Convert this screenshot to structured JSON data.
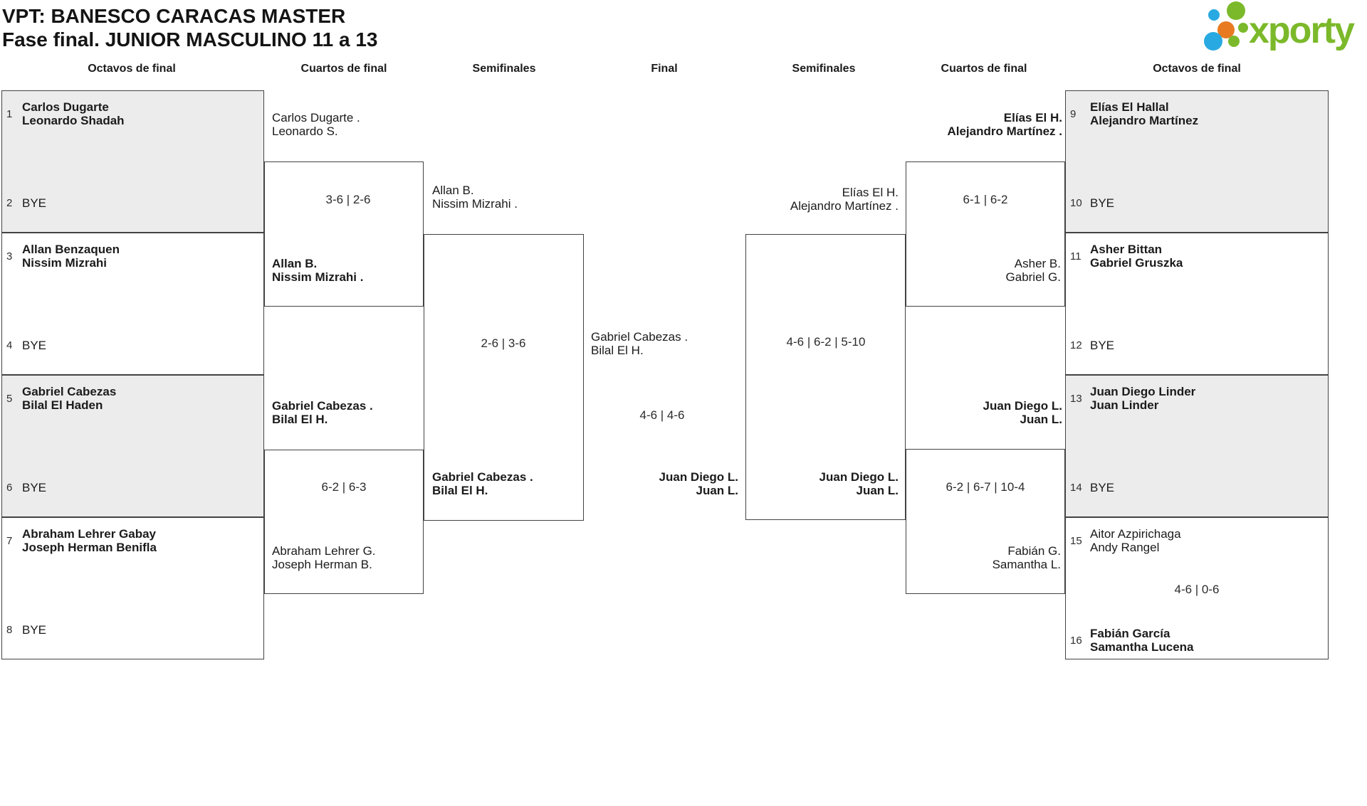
{
  "title": {
    "line1": "VPT: BANESCO CARACAS MASTER",
    "line2": "Fase final. JUNIOR MASCULINO 11 a 13"
  },
  "logo": {
    "text": "xporty",
    "green": "#7bb92a",
    "blue": "#29a9e1",
    "orange": "#e87a22"
  },
  "colors": {
    "box_fill_alt": "#ececec",
    "box_border": "#434343"
  },
  "round_headers": {
    "l_octavos": "Octavos de final",
    "l_cuartos": "Cuartos de final",
    "l_semis": "Semifinales",
    "final": "Final",
    "r_semis": "Semifinales",
    "r_cuartos": "Cuartos de final",
    "r_octavos": "Octavos de final"
  },
  "bracket": {
    "seeds": [
      {
        "n": "1",
        "l1": "Carlos Dugarte",
        "l2": "Leonardo Shadah"
      },
      {
        "n": "2",
        "l1": "BYE",
        "l2": ""
      },
      {
        "n": "3",
        "l1": "Allan Benzaquen",
        "l2": "Nissim Mizrahi"
      },
      {
        "n": "4",
        "l1": "BYE",
        "l2": ""
      },
      {
        "n": "5",
        "l1": "Gabriel Cabezas",
        "l2": "Bilal El Haden"
      },
      {
        "n": "6",
        "l1": "BYE",
        "l2": ""
      },
      {
        "n": "7",
        "l1": "Abraham Lehrer Gabay",
        "l2": "Joseph Herman Benifla"
      },
      {
        "n": "8",
        "l1": "BYE",
        "l2": ""
      },
      {
        "n": "9",
        "l1": "Elías El Hallal",
        "l2": "Alejandro Martínez"
      },
      {
        "n": "10",
        "l1": "BYE",
        "l2": ""
      },
      {
        "n": "11",
        "l1": "Asher Bittan",
        "l2": "Gabriel Gruszka"
      },
      {
        "n": "12",
        "l1": "BYE",
        "l2": ""
      },
      {
        "n": "13",
        "l1": "Juan Diego Linder",
        "l2": "Juan Linder"
      },
      {
        "n": "14",
        "l1": "BYE",
        "l2": ""
      },
      {
        "n": "15",
        "l1": "Aitor Azpirichaga",
        "l2": "Andy Rangel"
      },
      {
        "n": "16",
        "l1": "Fabián García",
        "l2": "Samantha Lucena"
      }
    ],
    "r16_match_score": "4-6 | 0-6",
    "qf_l1": {
      "p1_l1": "Carlos Dugarte .",
      "p1_l2": "Leonardo S.",
      "score": "3-6 | 2-6",
      "p2_l1": "Allan B.",
      "p2_l2": "Nissim Mizrahi ."
    },
    "qf_l2": {
      "p1_l1": "Gabriel Cabezas .",
      "p1_l2": "Bilal El H.",
      "score": "6-2 | 6-3",
      "p2_l1": "Abraham Lehrer G.",
      "p2_l2": "Joseph Herman B."
    },
    "sf_l": {
      "p1_l1": "Allan B.",
      "p1_l2": "Nissim Mizrahi .",
      "score": "2-6 | 3-6",
      "p2_l1": "Gabriel Cabezas .",
      "p2_l2": "Bilal El H."
    },
    "final": {
      "p1_l1": "Gabriel Cabezas .",
      "p1_l2": "Bilal El H.",
      "score": "4-6 | 4-6",
      "p2_l1": "Juan Diego L.",
      "p2_l2": "Juan L."
    },
    "sf_r": {
      "p1_l1": "Elías El H.",
      "p1_l2": "Alejandro Martínez .",
      "score": "4-6 | 6-2 | 5-10",
      "p2_l1": "Juan Diego L.",
      "p2_l2": "Juan L."
    },
    "qf_r1": {
      "p1_l1": "Elías El H.",
      "p1_l2": "Alejandro Martínez .",
      "score": "6-1 | 6-2",
      "p2_l1": "Asher B.",
      "p2_l2": "Gabriel G."
    },
    "qf_r2": {
      "p1_l1": "Juan Diego L.",
      "p1_l2": "Juan L.",
      "score": "6-2 | 6-7 | 10-4",
      "p2_l1": "Fabián G.",
      "p2_l2": "Samantha L."
    }
  }
}
